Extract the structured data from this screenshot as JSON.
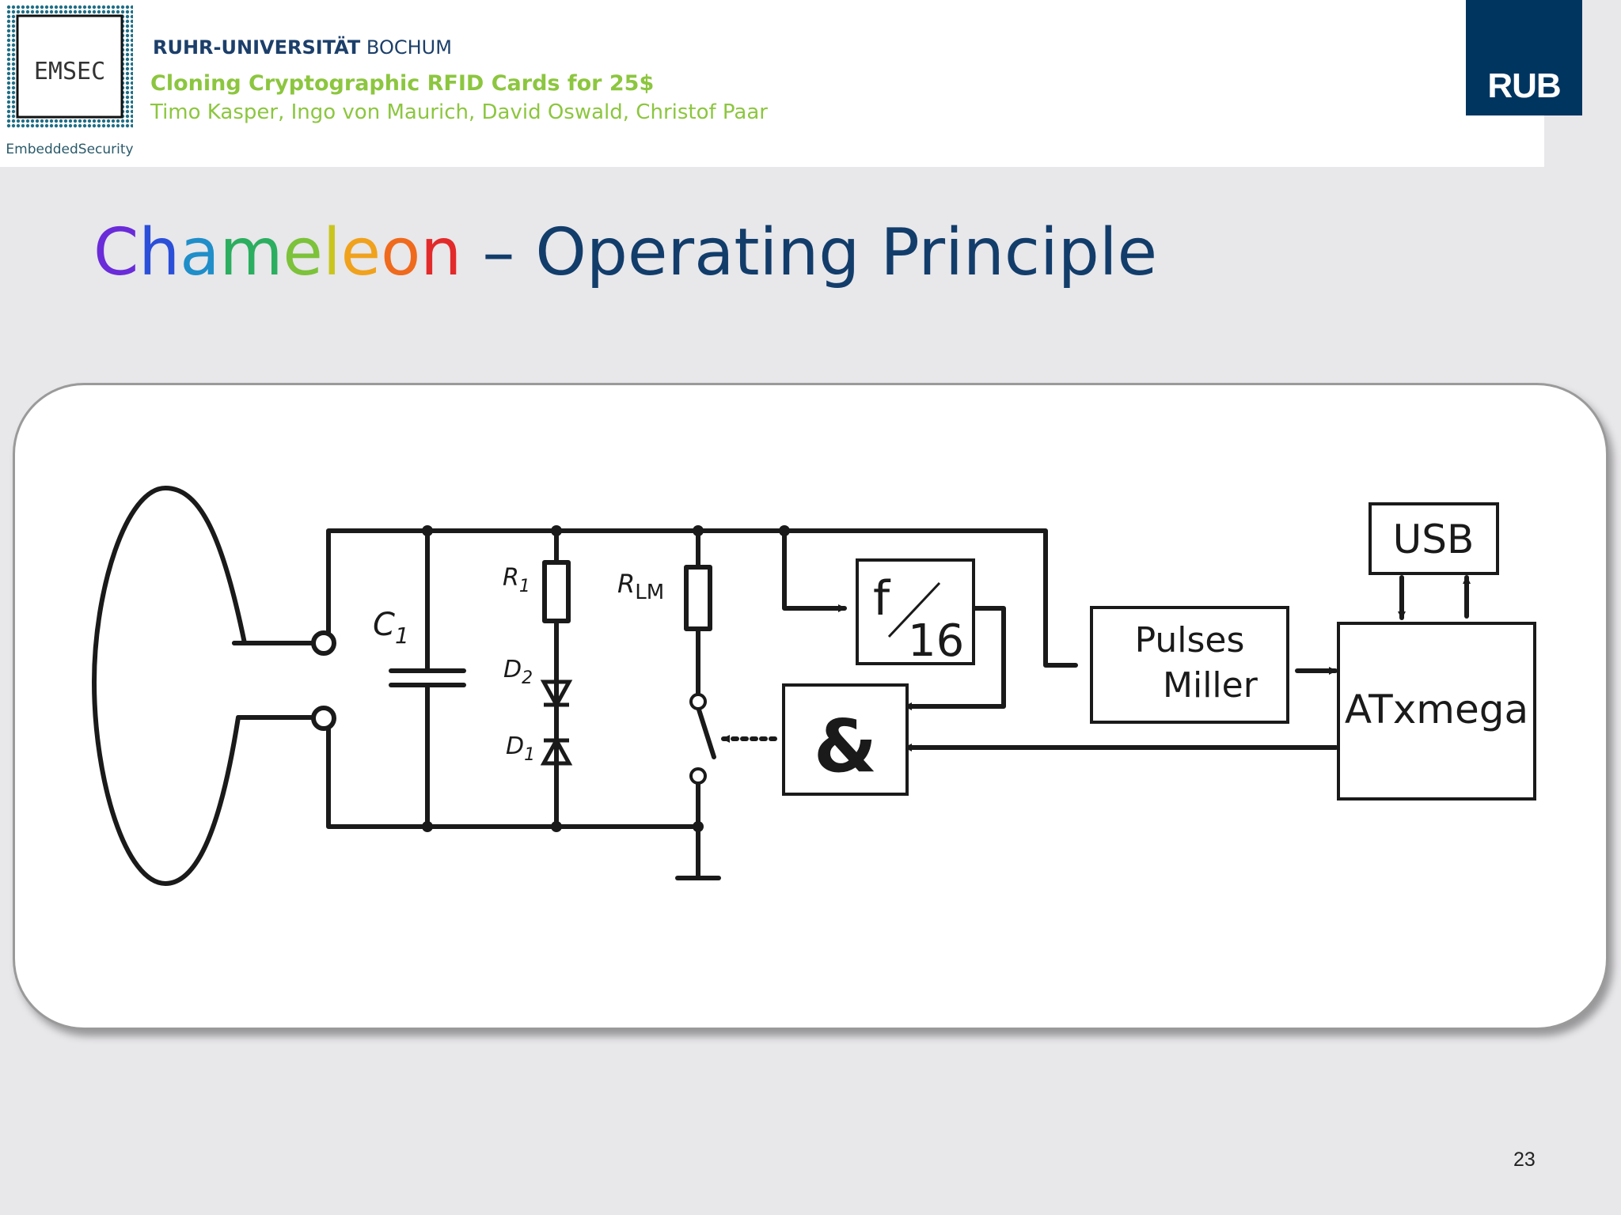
{
  "header": {
    "logo_text": "EMSEC",
    "logo_caption": "EmbeddedSecurity",
    "university_bold": "RUHR-UNIVERSITÄT",
    "university_rest": "BOCHUM",
    "talk_title": "Cloning Cryptographic RFID Cards for 25$",
    "authors": "Timo Kasper, Ingo von Maurich, David Oswald, Christof Paar",
    "rub_logo": "RUB"
  },
  "slide": {
    "title_highlight_letters": [
      "C",
      "h",
      "a",
      "m",
      "e",
      "l",
      "e",
      "o",
      "n"
    ],
    "title_highlight_colors": [
      "#6a2bd9",
      "#2b4fd8",
      "#1f8ec9",
      "#2bae5f",
      "#7cc23a",
      "#c9c51e",
      "#f0a21d",
      "#ef6a1d",
      "#e22a2a"
    ],
    "title_rest": " – Operating Principle",
    "page_number": "23"
  },
  "diagram": {
    "c1_label": "C",
    "c1_sub": "1",
    "r1_label": "R",
    "r1_sub": "1",
    "d2_label": "D",
    "d2_sub": "2",
    "d1_label": "D",
    "d1_sub": "1",
    "rlm_label": "R",
    "rlm_sub": "LM",
    "divider_top": "f",
    "divider_bottom": "16",
    "and_gate": "&",
    "pulses_line1": "Pulses",
    "pulses_line2": "Miller",
    "usb": "USB",
    "mcu": "ATxmega"
  }
}
